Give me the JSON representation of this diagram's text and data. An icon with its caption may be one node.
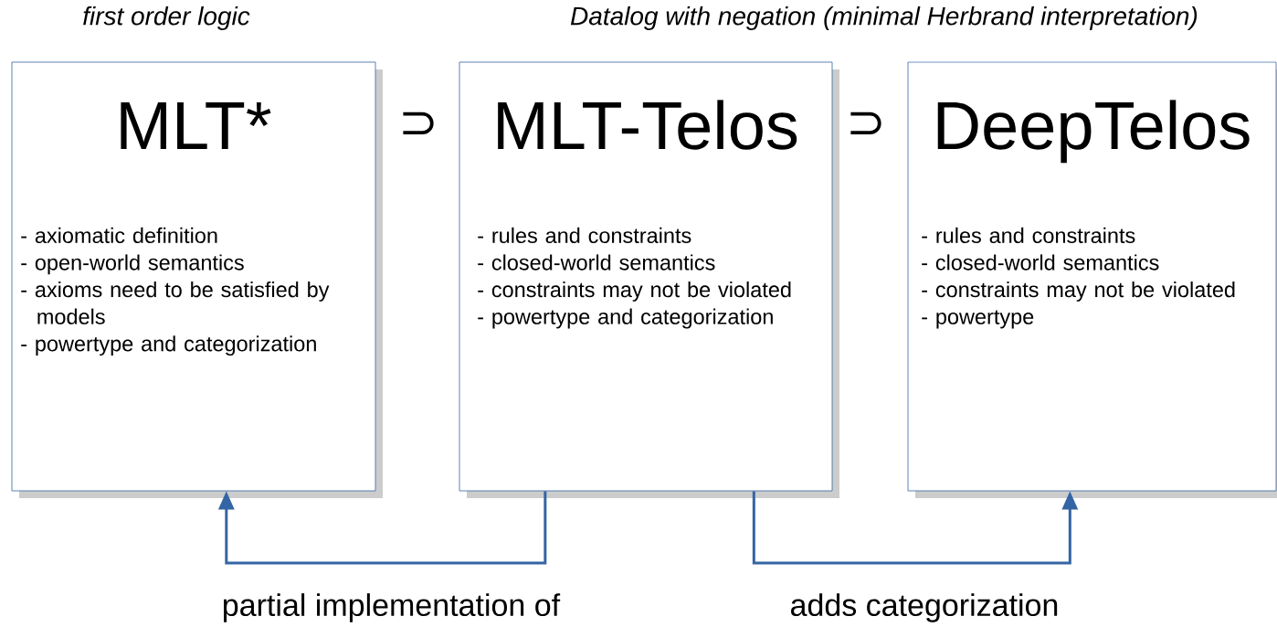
{
  "diagram": {
    "nodes": [
      {
        "text": [
          "MLT*",
          "- axiomatic definition",
          "- open-world semantics",
          "- axioms need to be satisfied by models",
          "- powertype and categorization"
        ]
      },
      {
        "text": [
          "MLT-Telos",
          "- rules and constraints",
          "- closed-world semantics",
          "- constraints may not be violated",
          "- powertype and categorization"
        ]
      },
      {
        "text": [
          "DeepTelos",
          "- rules and constraints",
          "- closed-world semantics",
          "- constraints may not be violated",
          "- powertype"
        ]
      }
    ],
    "edges": [
      {
        "from": 1,
        "to": 0,
        "arrow": "to",
        "label": "partial implementation of"
      },
      {
        "from": 1,
        "to": 2,
        "arrow": "to",
        "label": "adds categorization"
      }
    ],
    "labels": [
      "first order logic",
      "Datalog with negation (minimal Herbrand interpretation)",
      "⊃",
      "⊃"
    ]
  }
}
